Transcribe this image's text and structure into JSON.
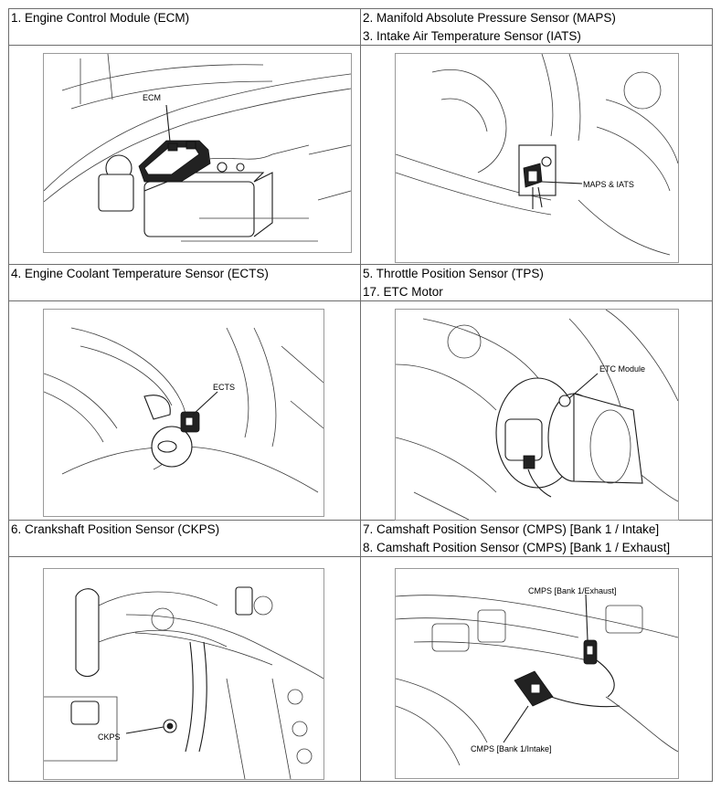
{
  "cells": {
    "c1": {
      "captions": [
        "1. Engine Control Module (ECM)"
      ],
      "callouts": [
        "ECM"
      ]
    },
    "c2": {
      "captions": [
        "2. Manifold Absolute Pressure Sensor (MAPS)",
        "3. Intake Air Temperature Sensor (IATS)"
      ],
      "callouts": [
        "MAPS & IATS"
      ]
    },
    "c3": {
      "captions": [
        "4. Engine Coolant Temperature Sensor (ECTS)"
      ],
      "callouts": [
        "ECTS"
      ]
    },
    "c4": {
      "captions": [
        "5. Throttle Position Sensor (TPS)",
        "17. ETC Motor"
      ],
      "callouts": [
        "ETC Module"
      ]
    },
    "c5": {
      "captions": [
        "6. Crankshaft Position Sensor (CKPS)"
      ],
      "callouts": [
        "CKPS"
      ]
    },
    "c6": {
      "captions": [
        "7. Camshaft Position Sensor (CMPS) [Bank 1 / Intake]",
        "8. Camshaft Position Sensor (CMPS) [Bank 1 / Exhaust]"
      ],
      "callouts": [
        "CMPS [Bank 1/Exhaust]",
        "CMPS [Bank 1/Intake]"
      ]
    }
  }
}
